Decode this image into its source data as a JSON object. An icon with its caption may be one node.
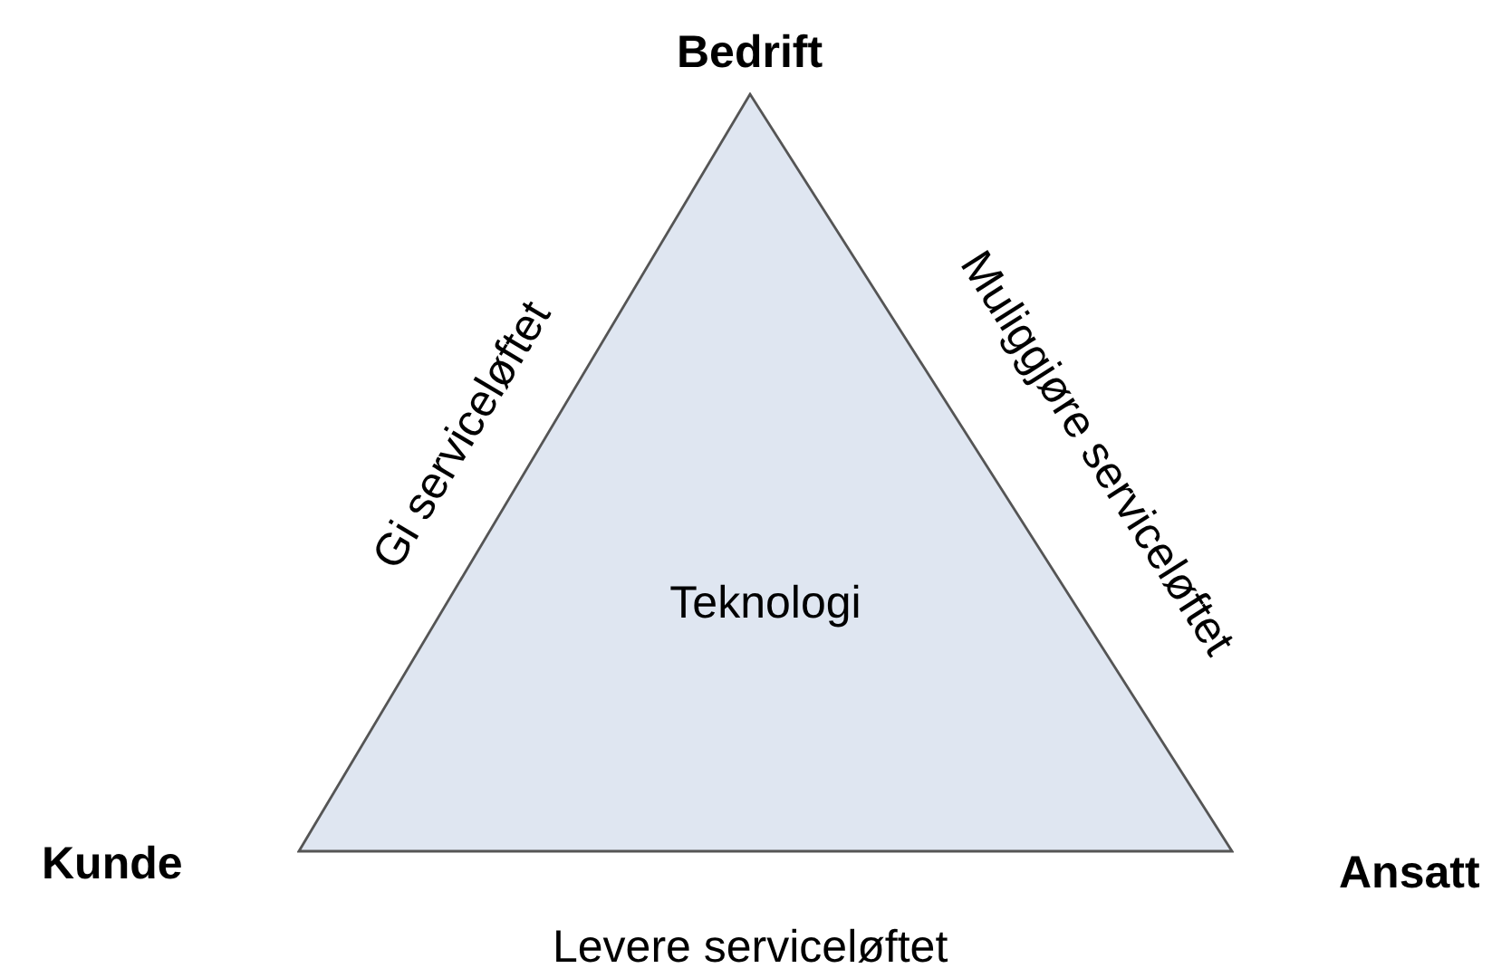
{
  "diagram": {
    "nodes": [
      {
        "text": [
          "Teknologi"
        ]
      }
    ],
    "labels": [
      "Bedrift",
      "Muliggjøre serviceløftet",
      "Gi serviceløftet",
      "Kunde",
      "Ansatt",
      "Levere serviceløftet"
    ]
  }
}
